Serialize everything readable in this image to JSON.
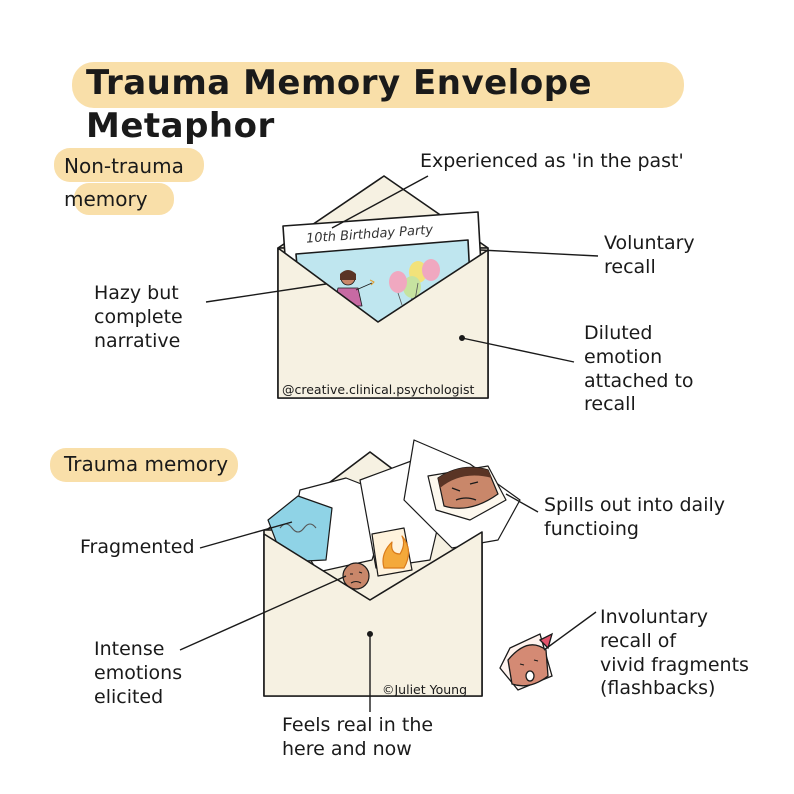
{
  "title": "Trauma Memory Envelope Metaphor",
  "non_trauma": {
    "heading": "Non-trauma\nmemory",
    "card_title": "10th Birthday Party",
    "credit": "@creative.clinical.psychologist",
    "labels": {
      "past": "Experienced as 'in the past'",
      "voluntary": "Voluntary\nrecall",
      "hazy": "Hazy but\ncomplete\nnarrative",
      "diluted": "Diluted\nemotion\nattached to\nrecall"
    }
  },
  "trauma": {
    "heading": "Trauma memory",
    "credit": "©Juliet Young",
    "labels": {
      "spills": "Spills out into daily\nfunctioing",
      "fragmented": "Fragmented",
      "intense": "Intense\nemotions\nelicited",
      "involuntary": "Involuntary\nrecall of\nvivid fragments\n(flashbacks)",
      "feels_real": "Feels real in the\nhere and now"
    }
  },
  "colors": {
    "highlight": "#f9dfa9",
    "envelope": "#f6f1e2",
    "outline": "#1a1a1a",
    "photo": "#bfe6ef",
    "skin": "#c9876a",
    "hair": "#5a3425",
    "balloon_pink": "#f0a8c0",
    "balloon_yellow": "#f2e27a",
    "balloon_green": "#c6e3a0",
    "fire": "#f4a93a"
  }
}
